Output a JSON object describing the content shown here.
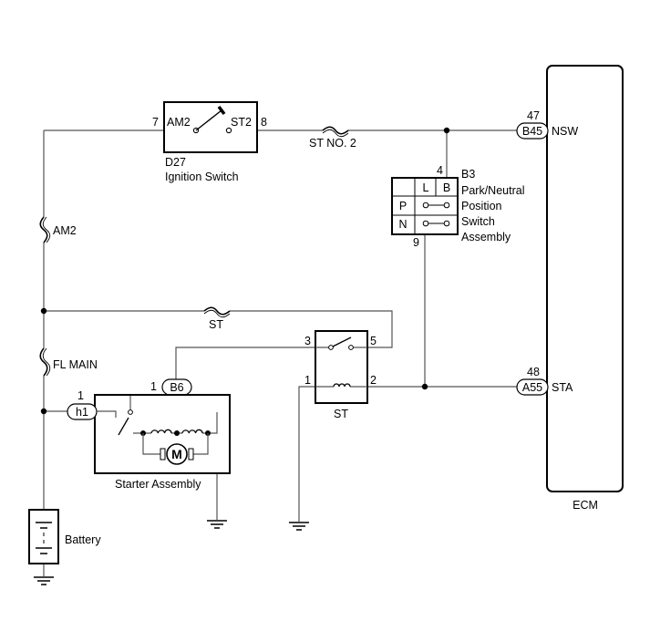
{
  "ecm": {
    "label": "ECM"
  },
  "ignition_switch": {
    "code": "D27",
    "name": "Ignition Switch",
    "pin_in": "7",
    "pin_out": "8",
    "terminal_in": "AM2",
    "terminal_out": "ST2"
  },
  "fuses": {
    "st_no2": "ST NO. 2",
    "am2": "AM2",
    "st": "ST",
    "fl_main": "FL MAIN"
  },
  "park_neutral_switch": {
    "code": "B3",
    "name_lines": [
      "Park/Neutral",
      "Position",
      "Switch",
      "Assembly"
    ],
    "pin_top": "4",
    "pin_bottom": "9",
    "col_l": "L",
    "col_b": "B",
    "row_p": "P",
    "row_n": "N"
  },
  "ecm_connectors": [
    {
      "pin": "47",
      "connector": "B45",
      "signal": "NSW"
    },
    {
      "pin": "48",
      "connector": "A55",
      "signal": "STA"
    }
  ],
  "st_relay": {
    "name": "ST",
    "pin_3": "3",
    "pin_5": "5",
    "pin_1": "1",
    "pin_2": "2"
  },
  "starter_assembly": {
    "name": "Starter Assembly",
    "connector_b6_pin": "1",
    "connector_b6": "B6",
    "connector_h1_pin": "1",
    "connector_h1": "h1",
    "motor_label": "M"
  },
  "battery": {
    "label": "Battery"
  }
}
